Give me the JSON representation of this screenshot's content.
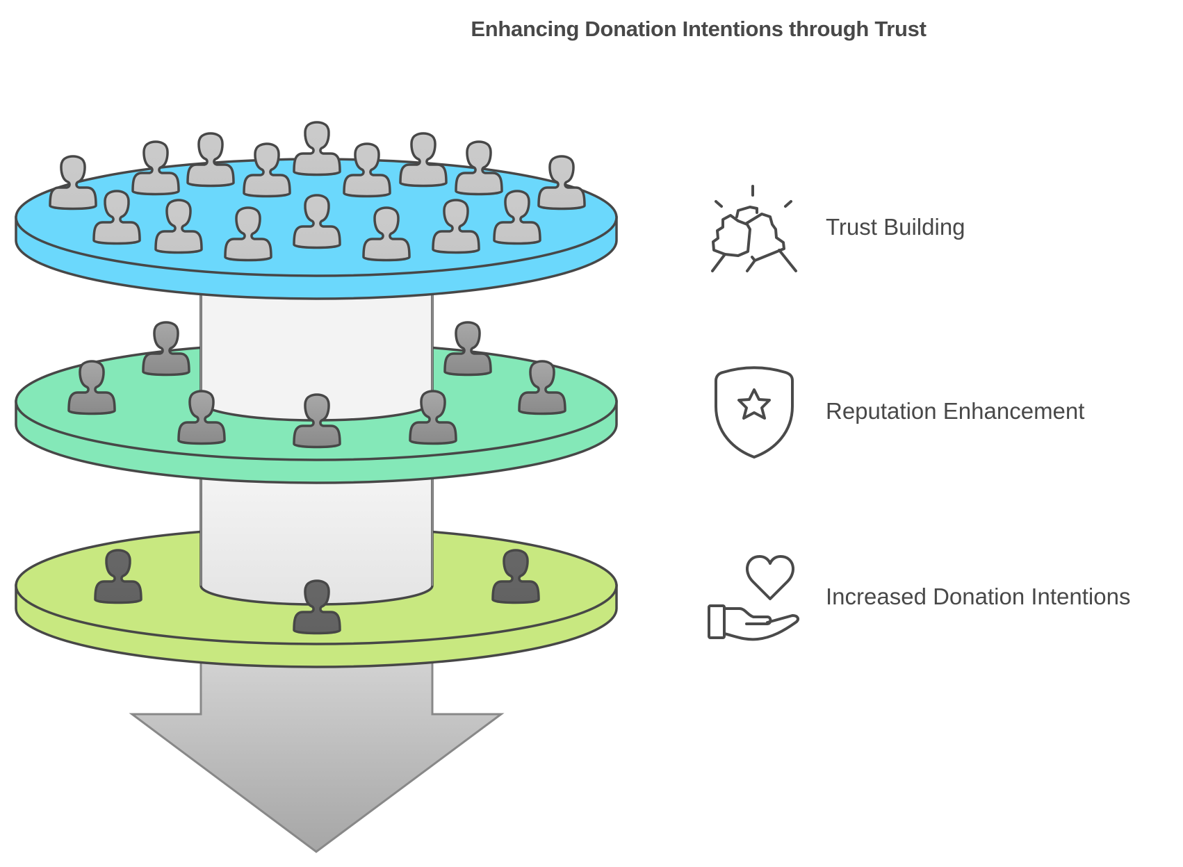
{
  "title": "Enhancing Donation Intentions through Trust",
  "layers": [
    {
      "id": "trust-building",
      "label": "Trust Building",
      "icon": "handshake-icon",
      "color": "#6bd8fc",
      "person_color": "#c8c8c8",
      "people_count": 16
    },
    {
      "id": "reputation-enhancement",
      "label": "Reputation Enhancement",
      "icon": "shield-star-icon",
      "color": "#84e8b8",
      "person_color": "#999999",
      "people_count": 7
    },
    {
      "id": "increased-donation-intentions",
      "label": "Increased Donation Intentions",
      "icon": "hand-heart-icon",
      "color": "#c8e880",
      "person_color": "#666666",
      "people_count": 3
    }
  ],
  "arrow": {
    "direction": "down",
    "icon": "down-arrow-icon"
  },
  "colors": {
    "outline": "#474747",
    "text": "#484848",
    "core": "#f3f3f3"
  }
}
